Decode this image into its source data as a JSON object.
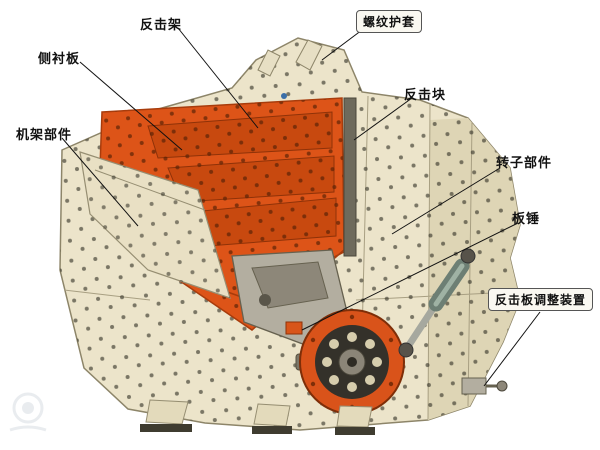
{
  "diagram": {
    "type": "impact-crusher-cutaway",
    "labels": [
      {
        "id": "impact-frame",
        "text": "反击架",
        "boxed": false
      },
      {
        "id": "threaded-sleeve",
        "text": "螺纹护套",
        "boxed": true
      },
      {
        "id": "side-liner",
        "text": "侧衬板",
        "boxed": false
      },
      {
        "id": "impact-block",
        "text": "反击块",
        "boxed": false
      },
      {
        "id": "frame-assembly",
        "text": "机架部件",
        "boxed": false
      },
      {
        "id": "rotor-assembly",
        "text": "转子部件",
        "boxed": false
      },
      {
        "id": "blow-bar",
        "text": "板锤",
        "boxed": false
      },
      {
        "id": "impact-plate-adjuster",
        "text": "反击板调整装置",
        "boxed": true
      }
    ],
    "colors": {
      "housing_cream": "#ece4ca",
      "chamber_orange": "#dd5418",
      "step_orange_dark": "#c8490f",
      "metal_gray": "#b3aea0",
      "leader_line": "#111111"
    }
  }
}
